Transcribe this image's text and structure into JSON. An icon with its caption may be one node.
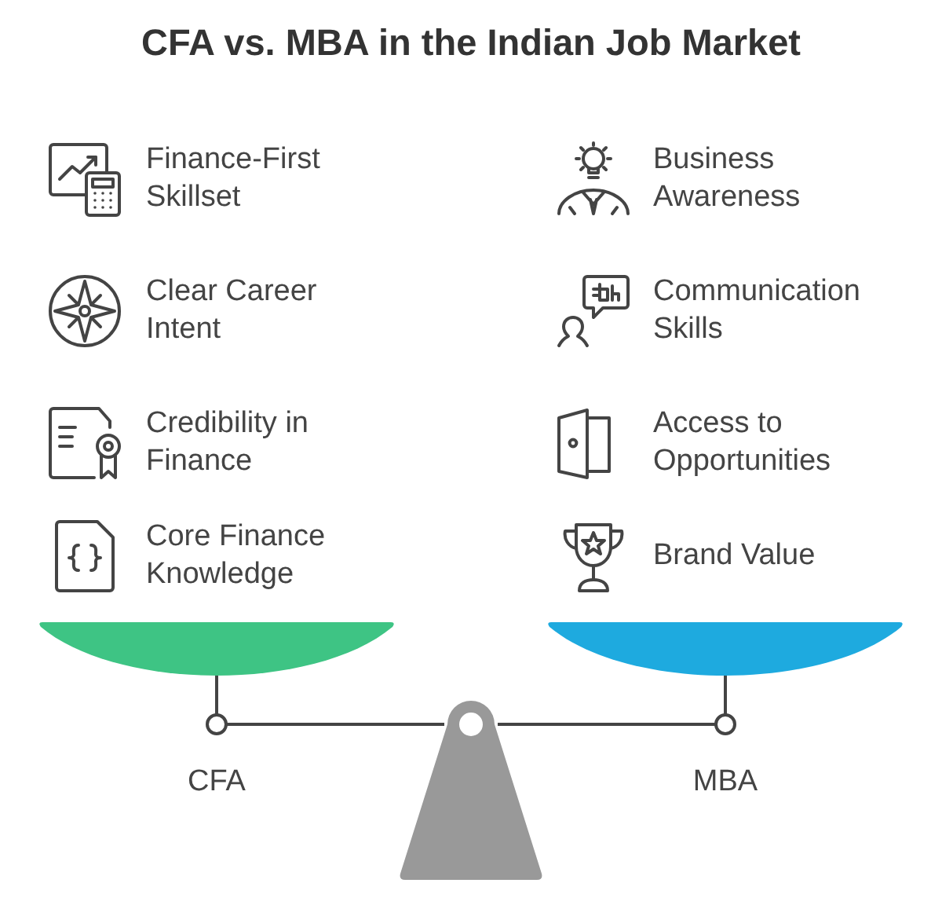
{
  "diagram": {
    "title": "CFA vs. MBA in the Indian Job Market",
    "labels": [
      "Finance-First Skillset",
      "Business Awareness",
      "Clear Career Intent",
      "Communication Skills",
      "Credibility in Finance",
      "Access to Opportunities",
      "Core Finance Knowledge",
      "Brand Value",
      "CFA",
      "MBA"
    ]
  }
}
